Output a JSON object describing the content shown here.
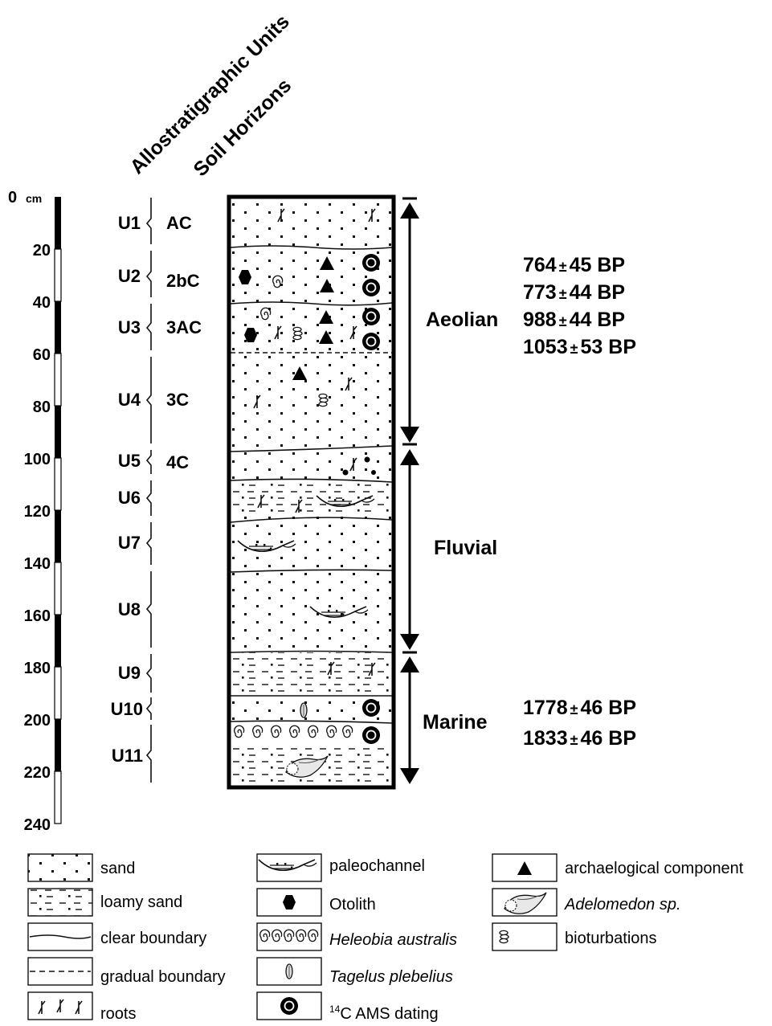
{
  "headers": {
    "units": "Allostratigraphic Units",
    "horizons": "Soil Horizons"
  },
  "scale": {
    "unit": "cm",
    "ticks": [
      "0",
      "20",
      "40",
      "60",
      "80",
      "100",
      "120",
      "140",
      "160",
      "180",
      "200",
      "220",
      "240"
    ]
  },
  "units": [
    {
      "label": "U1",
      "horizon": "AC"
    },
    {
      "label": "U2",
      "horizon": "2bC"
    },
    {
      "label": "U3",
      "horizon": "3AC"
    },
    {
      "label": "U4",
      "horizon": "3C"
    },
    {
      "label": "U5",
      "horizon": "4C"
    },
    {
      "label": "U6",
      "horizon": ""
    },
    {
      "label": "U7",
      "horizon": ""
    },
    {
      "label": "U8",
      "horizon": ""
    },
    {
      "label": "U9",
      "horizon": ""
    },
    {
      "label": "U10",
      "horizon": ""
    },
    {
      "label": "U11",
      "horizon": ""
    }
  ],
  "environments": [
    "Aeolian",
    "Fluvial",
    "Marine"
  ],
  "dates": [
    {
      "age": "764",
      "pm": "±",
      "err": "45 BP"
    },
    {
      "age": "773",
      "pm": "±",
      "err": "44 BP"
    },
    {
      "age": "988",
      "pm": "±",
      "err": "44 BP"
    },
    {
      "age": "1053",
      "pm": "±",
      "err": "53 BP"
    },
    {
      "age": "1778",
      "pm": "±",
      "err": "46 BP"
    },
    {
      "age": "1833",
      "pm": "±",
      "err": "46 BP"
    }
  ],
  "legend": {
    "sand": "sand",
    "loamy_sand": "loamy sand",
    "clear_boundary": "clear boundary",
    "gradual_boundary": "gradual boundary",
    "roots": "roots",
    "paleochannel": "paleochannel",
    "otolith": "Otolith",
    "heleobia": "Heleobia australis",
    "tagelus": "Tagelus plebelius",
    "dating_sup": "14",
    "dating": "C AMS dating",
    "archaeological": "archaelogical component",
    "adelomedon": "Adelomedon sp.",
    "bioturbations": "bioturbations"
  },
  "icons": {
    "archaeological": "filled-triangle-icon",
    "otolith": "filled-hexagon-icon",
    "dating": "bullseye-icon",
    "heleobia": "spiral-shell-icon",
    "tagelus": "bivalve-icon",
    "adelomedon": "gastropod-shell-icon",
    "bioturbations": "burrow-icon",
    "roots": "root-icon",
    "paleochannel": "channel-lens-icon"
  }
}
